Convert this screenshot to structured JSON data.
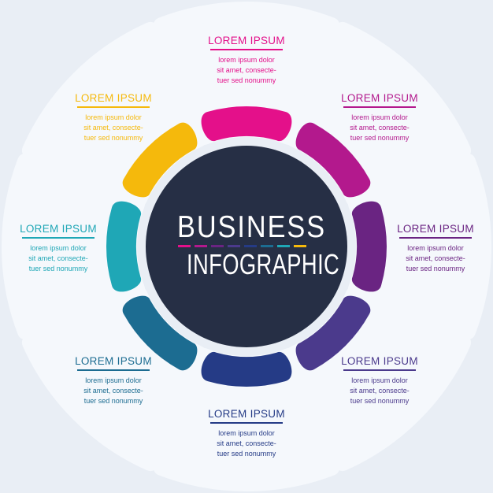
{
  "title": {
    "line1": "BUSINESS",
    "line2": "INFOGRAPHIC"
  },
  "colors": {
    "background": "#e9eef5",
    "panel": "#f5f8fc",
    "center": "#262f45",
    "steps": [
      "#e4108a",
      "#b3198d",
      "#6a2482",
      "#4b3a8c",
      "#253b86",
      "#1c6c91",
      "#1fa7b6",
      "#f5b90c"
    ],
    "dashes": [
      "#e4108a",
      "#b3198d",
      "#6a2482",
      "#4b3a8c",
      "#253b86",
      "#1c6c91",
      "#1fa7b6",
      "#f5b90c"
    ]
  },
  "items": [
    {
      "heading": "LOREM IPSUM",
      "line1": "lorem ipsum dolor",
      "line2": "sit amet, consecte-",
      "line3": "tuer sed nonummy",
      "color": "#e4108a",
      "text_color": "#e4108a"
    },
    {
      "heading": "LOREM IPSUM",
      "line1": "lorem ipsum dolor",
      "line2": "sit amet, consecte-",
      "line3": "tuer sed nonummy",
      "color": "#b3198d",
      "text_color": "#b3198d"
    },
    {
      "heading": "LOREM IPSUM",
      "line1": "lorem ipsum dolor",
      "line2": "sit amet, consecte-",
      "line3": "tuer sed nonummy",
      "color": "#6a2482",
      "text_color": "#6a2482"
    },
    {
      "heading": "LOREM IPSUM",
      "line1": "lorem ipsum dolor",
      "line2": "sit amet, consecte-",
      "line3": "tuer sed nonummy",
      "color": "#4b3a8c",
      "text_color": "#4b3a8c"
    },
    {
      "heading": "LOREM IPSUM",
      "line1": "lorem ipsum dolor",
      "line2": "sit amet, consecte-",
      "line3": "tuer sed nonummy",
      "color": "#253b86",
      "text_color": "#253b86"
    },
    {
      "heading": "LOREM IPSUM",
      "line1": "lorem ipsum dolor",
      "line2": "sit amet, consecte-",
      "line3": "tuer sed nonummy",
      "color": "#1c6c91",
      "text_color": "#1c6c91"
    },
    {
      "heading": "LOREM IPSUM",
      "line1": "lorem ipsum dolor",
      "line2": "sit amet, consecte-",
      "line3": "tuer sed nonummy",
      "color": "#1fa7b6",
      "text_color": "#1fa7b6"
    },
    {
      "heading": "LOREM IPSUM",
      "line1": "lorem ipsum dolor",
      "line2": "sit amet, consecte-",
      "line3": "tuer sed nonummy",
      "color": "#f5b90c",
      "text_color": "#f5b90c"
    }
  ]
}
